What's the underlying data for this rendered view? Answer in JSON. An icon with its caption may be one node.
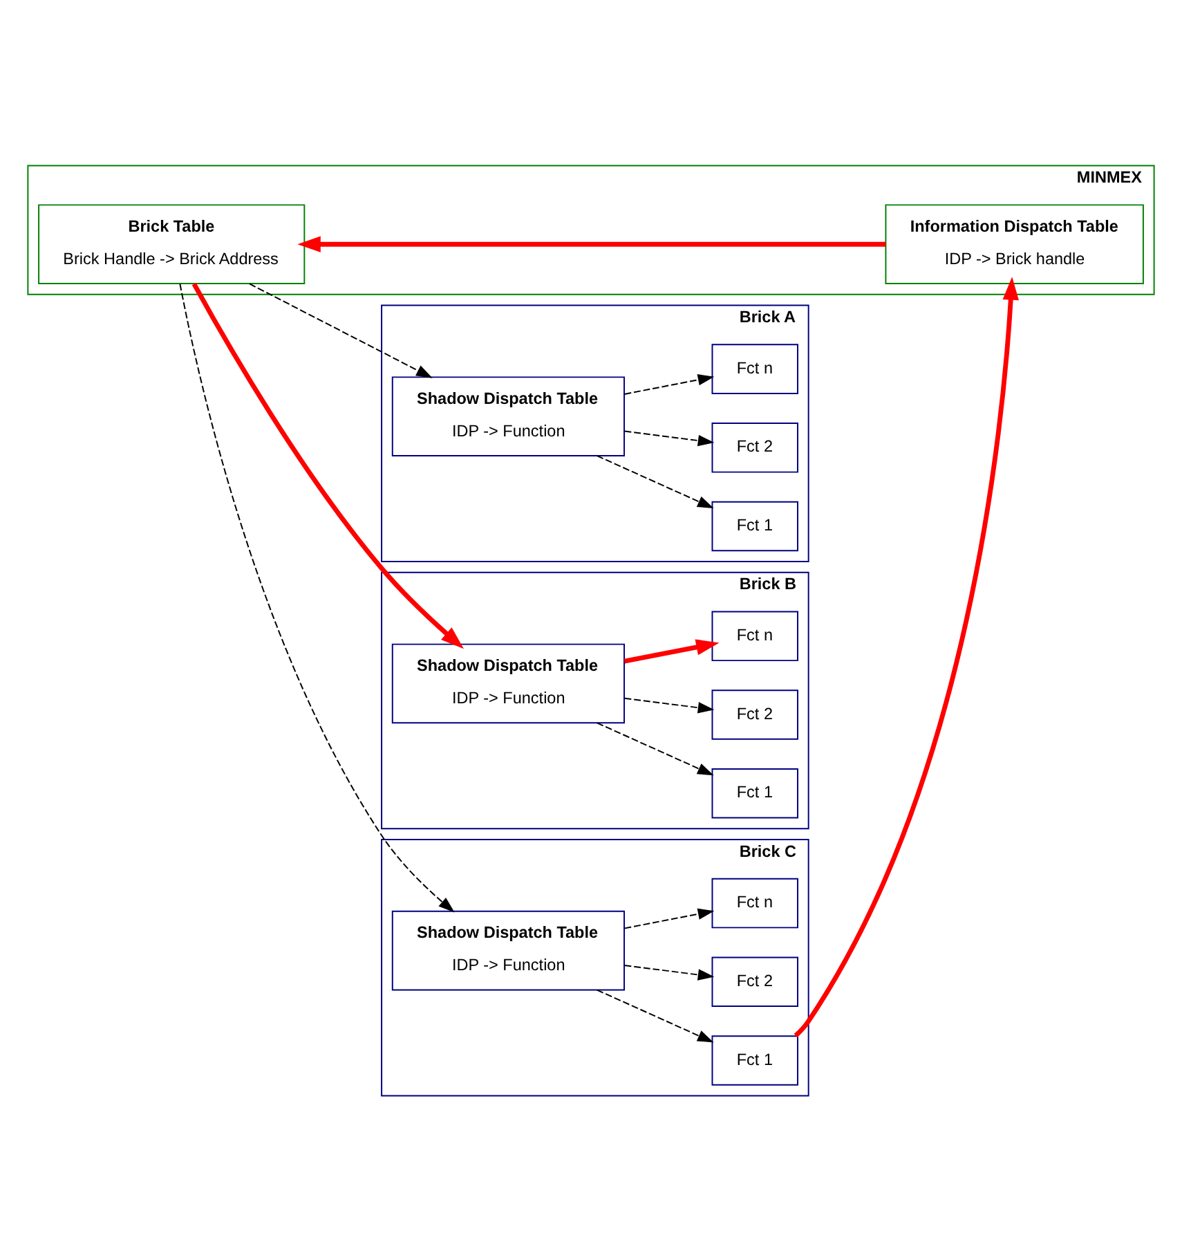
{
  "diagram": {
    "nodes": [
      {
        "text": [
          "MINMEX"
        ]
      },
      {
        "text": [
          "Brick Table",
          "Brick Handle -> Brick Address"
        ],
        "in": 0
      },
      {
        "text": [
          "Information Dispatch Table",
          "IDP -> Brick handle"
        ],
        "in": 0
      },
      {
        "text": [
          "Brick A"
        ]
      },
      {
        "text": [
          "Shadow Dispatch Table",
          "IDP -> Function"
        ],
        "in": 3
      },
      {
        "text": [
          "Fct 1"
        ],
        "in": 3
      },
      {
        "text": [
          "Fct 2"
        ],
        "in": 3
      },
      {
        "text": [
          "Fct n"
        ],
        "in": 3
      },
      {
        "text": [
          "Brick B"
        ]
      },
      {
        "text": [
          "Shadow Dispatch Table",
          "IDP -> Function"
        ],
        "in": 8
      },
      {
        "text": [
          "Fct 1"
        ],
        "in": 8
      },
      {
        "text": [
          "Fct 2"
        ],
        "in": 8
      },
      {
        "text": [
          "Fct n"
        ],
        "in": 8
      },
      {
        "text": [
          "Brick C"
        ]
      },
      {
        "text": [
          "Shadow Dispatch Table",
          "IDP -> Function"
        ],
        "in": 13
      },
      {
        "text": [
          "Fct 1"
        ],
        "in": 13
      },
      {
        "text": [
          "Fct 2"
        ],
        "in": 13
      },
      {
        "text": [
          "Fct n"
        ],
        "in": 13
      }
    ],
    "edges": [
      {
        "from": 2,
        "to": 1,
        "arrow": "to",
        "style": "thick",
        "color": "#ff0000"
      },
      {
        "from": 1,
        "to": 4,
        "arrow": "to",
        "style": "dashed"
      },
      {
        "from": 1,
        "to": 9,
        "arrow": "to",
        "style": "thick",
        "color": "#ff0000"
      },
      {
        "from": 1,
        "to": 14,
        "arrow": "to",
        "style": "dashed"
      },
      {
        "from": 4,
        "to": 5,
        "arrow": "to",
        "style": "dashed"
      },
      {
        "from": 4,
        "to": 6,
        "arrow": "to",
        "style": "dashed"
      },
      {
        "from": 4,
        "to": 7,
        "arrow": "to",
        "style": "dashed"
      },
      {
        "from": 9,
        "to": 10,
        "arrow": "to",
        "style": "dashed"
      },
      {
        "from": 9,
        "to": 11,
        "arrow": "to",
        "style": "dashed"
      },
      {
        "from": 9,
        "to": 12,
        "arrow": "to",
        "style": "thick",
        "color": "#ff0000"
      },
      {
        "from": 14,
        "to": 15,
        "arrow": "to",
        "style": "dashed"
      },
      {
        "from": 14,
        "to": 16,
        "arrow": "to",
        "style": "dashed"
      },
      {
        "from": 14,
        "to": 17,
        "arrow": "to",
        "style": "dashed"
      },
      {
        "from": 15,
        "to": 2,
        "arrow": "to",
        "style": "thick",
        "color": "#ff0000"
      }
    ]
  }
}
